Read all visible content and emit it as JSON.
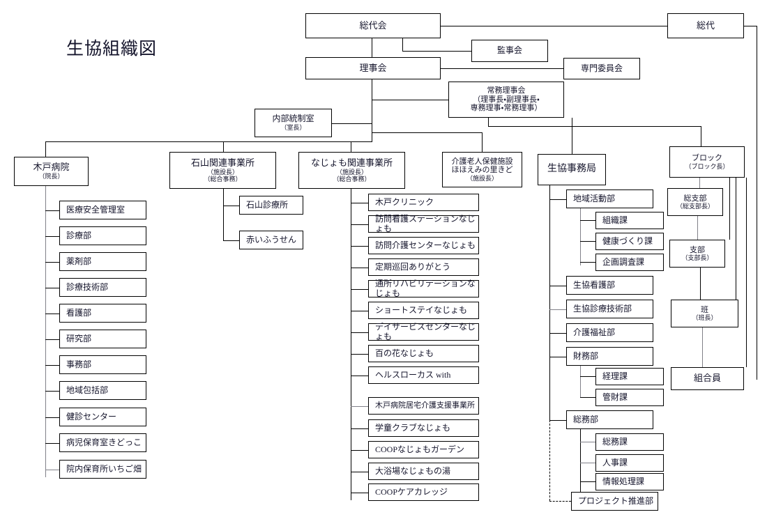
{
  "title": "生協組織図",
  "governance": {
    "sodaikai": "総代会",
    "sodai": "総代",
    "kanjikai": "監事会",
    "rijikai": "理事会",
    "senmon_iinkai": "専門委員会",
    "jomu_rijikai": {
      "line1": "常務理事会",
      "line2": "（理事長・副理事長・",
      "line3": "専務理事・常務理事）"
    },
    "naibu_tosei": {
      "line1": "内部統制室",
      "line2": "（室長）"
    }
  },
  "divisions": [
    {
      "id": "kido-byoin",
      "line1": "木戸病院",
      "line2": "（院長）",
      "children": [
        "医療安全管理室",
        "診療部",
        "薬剤部",
        "診療技術部",
        "看護部",
        "研究部",
        "事務部",
        "地域包括部",
        "健診センター",
        "病児保育室きどっこ",
        "院内保育所いちご畑"
      ]
    },
    {
      "id": "ishiyama",
      "line1": "石山関連事業所",
      "line2": "（施設長）",
      "line3": "（総合事務）",
      "children": [
        "石山診療所",
        "赤いふうせん"
      ]
    },
    {
      "id": "najomo",
      "line1": "なじょも関連事業所",
      "line2": "（施設長）",
      "line3": "（総合事務）",
      "children": [
        "木戸クリニック",
        "訪問看護ステーションなじょも",
        "訪問介護センターなじょも",
        "定期巡回ありがとう",
        "通所リハビリテーションなじょも",
        "ショートステイなじょも",
        "デイサービスセンターなじょも",
        "百の花なじょも",
        "ヘルスローカス with",
        "木戸病院居宅介護支援事業所",
        "学童クラブなじょも",
        "COOPなじょもガーデン",
        "大浴場なじょもの湯",
        "COOPケアカレッジ"
      ]
    },
    {
      "id": "rojin-hoken",
      "line1": "介護老人保健施設",
      "line2": "ほほえみの里きど",
      "line3": "（施設長）",
      "children": []
    },
    {
      "id": "jimukyoku",
      "line1": "生協事務局",
      "children": [
        "地域活動部",
        "生協看護部",
        "生協診療技術部",
        "介護福祉部",
        "財務部",
        "総務部"
      ]
    }
  ],
  "jimukyoku_sub": {
    "chiiki_katsudo": [
      "組織課",
      "健康づくり課",
      "企画調査課"
    ],
    "zaimu": [
      "経理課",
      "管財課"
    ],
    "soumu": [
      "総務課",
      "人事課",
      "情報処理課"
    ],
    "project": "プロジェクト推進部"
  },
  "member_chain": [
    {
      "line1": "ブロック",
      "line2": "（ブロック長）"
    },
    {
      "line1": "総支部",
      "line2": "（総支部長）"
    },
    {
      "line1": "支部",
      "line2": "（支部長）"
    },
    {
      "line1": "班",
      "line2": "（班長）"
    },
    {
      "line1": "組合員"
    }
  ],
  "colors": {
    "line": "#000000",
    "line_gray": "#808088",
    "text": "#14142b",
    "background": "#ffffff"
  }
}
